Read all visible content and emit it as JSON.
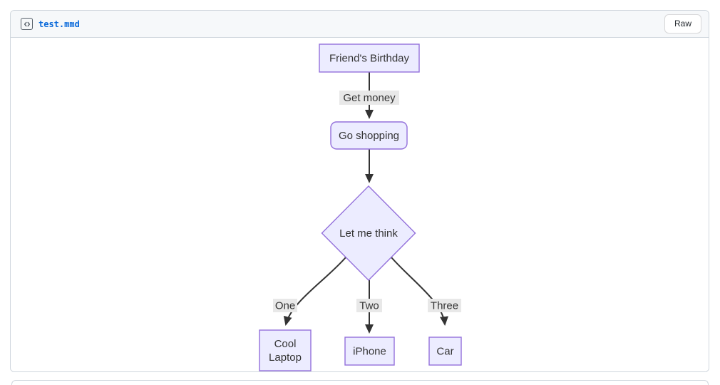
{
  "file_header": {
    "filename": "test.mmd",
    "raw_button_label": "Raw",
    "file_icon": "code-file-icon"
  },
  "diagram": {
    "type": "flowchart",
    "direction": "top-down",
    "nodes": {
      "friends_birthday": {
        "label": "Friend's Birthday",
        "shape": "rectangle"
      },
      "go_shopping": {
        "label": "Go shopping",
        "shape": "rounded-rectangle"
      },
      "let_me_think": {
        "label": "Let me think",
        "shape": "diamond"
      },
      "cool_laptop": {
        "label": "Cool Laptop",
        "shape": "rectangle"
      },
      "iphone": {
        "label": "iPhone",
        "shape": "rectangle"
      },
      "car": {
        "label": "Car",
        "shape": "rectangle"
      }
    },
    "edges": [
      {
        "from": "Friend's Birthday",
        "to": "Go shopping",
        "label": "Get money"
      },
      {
        "from": "Go shopping",
        "to": "Let me think",
        "label": ""
      },
      {
        "from": "Let me think",
        "to": "Cool Laptop",
        "label": "One"
      },
      {
        "from": "Let me think",
        "to": "iPhone",
        "label": "Two"
      },
      {
        "from": "Let me think",
        "to": "Car",
        "label": "Three"
      }
    ],
    "colors": {
      "node_fill": "#ECECFF",
      "node_border": "#9370DB",
      "edge_line": "#333333",
      "edge_label_bg": "#e8e8e8",
      "diagram_text": "#333333"
    }
  },
  "colors": {
    "header_bg": "#f6f8fa",
    "card_border": "#d0d7de",
    "filename_link": "#0969da",
    "button_text": "#24292f"
  }
}
